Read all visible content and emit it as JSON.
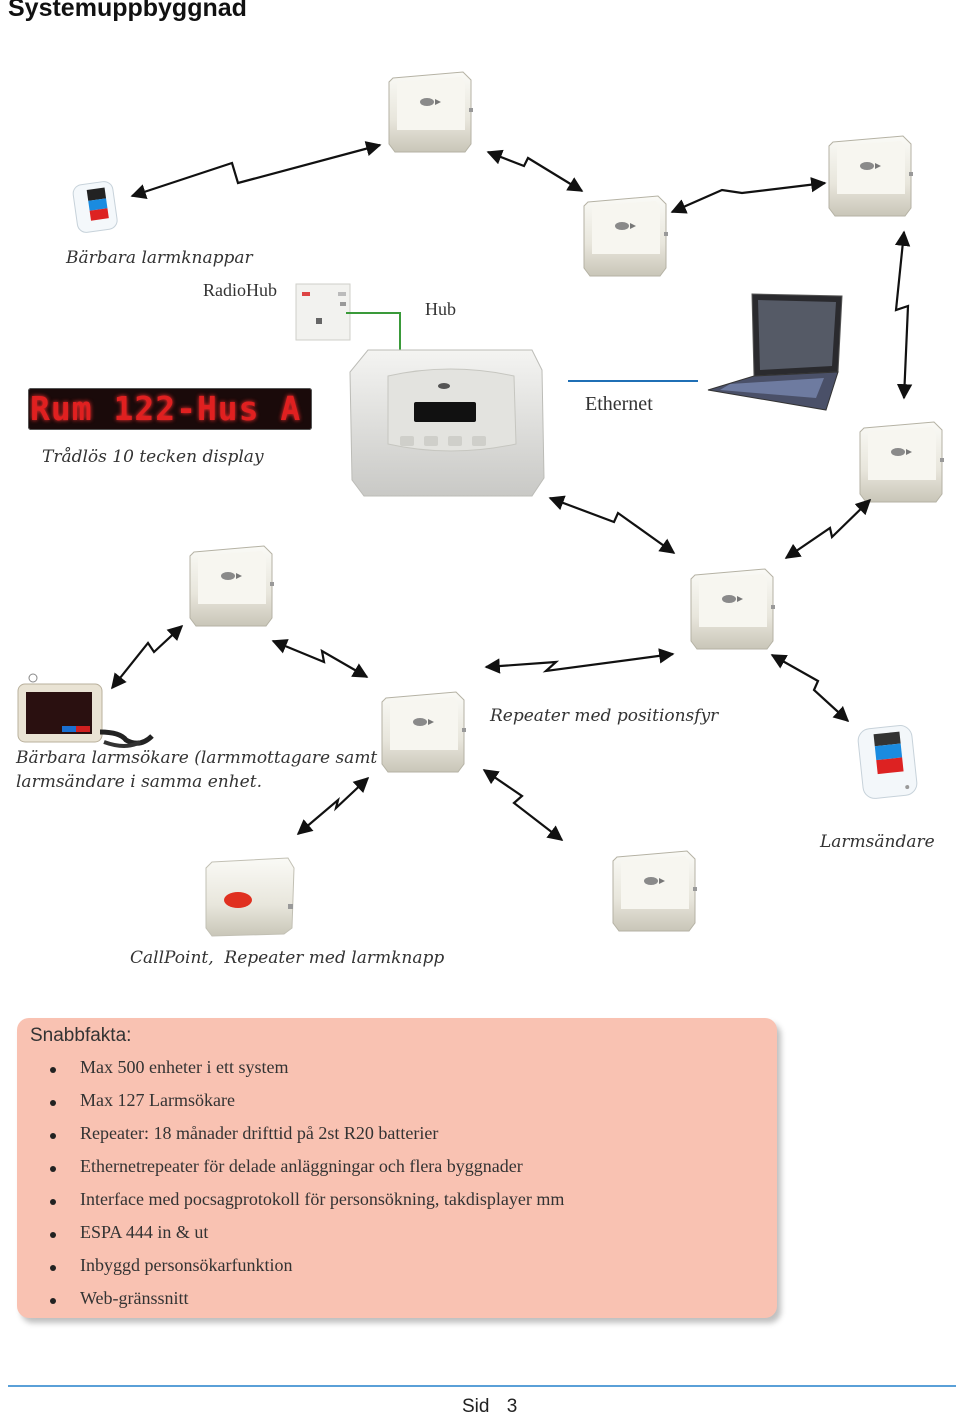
{
  "page": {
    "title": "Systemuppbyggnad",
    "footer_label": "Sid",
    "footer_page": "3"
  },
  "diagram": {
    "labels": {
      "portable_buttons": "Bärbara larmknappar",
      "radiohub": "RadioHub",
      "hub": "Hub",
      "ethernet": "Ethernet",
      "display": "Trådlös 10 tecken display",
      "display_text": "Rum 122-Hus A",
      "pager_line1": "Bärbara larmsökare (larmmottagare samt",
      "pager_line2": "larmsändare i samma enhet.",
      "repeater_beacon": "Repeater med positionsfyr",
      "transmitter": "Larmsändare",
      "callpoint": "CallPoint,  Repeater med larmknapp"
    },
    "colors": {
      "ethernet_line": "#1f6fb5",
      "radiohub_link": "#3a9a3a",
      "callpoint_button": "#e03020"
    }
  },
  "facts": {
    "title": "Snabbfakta:",
    "items": [
      "Max 500 enheter i ett system",
      "Max 127 Larmsökare",
      "Repeater: 18 månader drifttid på 2st R20 batterier",
      "Ethernetrepeater för delade anläggningar och flera byggnader",
      "Interface med pocsagprotokoll för personsökning, takdisplayer mm",
      "ESPA 444 in & ut",
      "Inbyggd personsökarfunktion",
      "Web-gränssnitt"
    ],
    "background": "#f9c2b2"
  }
}
